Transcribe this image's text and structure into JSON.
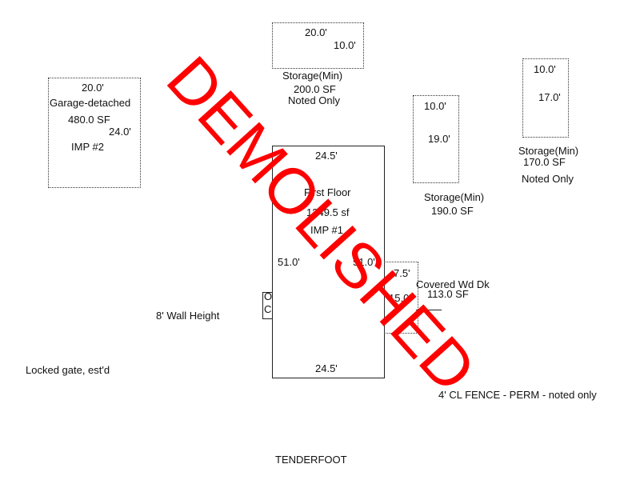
{
  "stamp": "DEMOLISHED",
  "garage": {
    "dim_top": "20.0'",
    "name": "Garage-detached",
    "area": "480.0 SF",
    "dim_side": "24.0'",
    "imp": "IMP #2"
  },
  "storage1": {
    "dim_top": "20.0'",
    "dim_side": "10.0'",
    "name": "Storage(Min)",
    "area": "200.0 SF",
    "note": "Noted Only"
  },
  "storage2": {
    "dim_top": "10.0'",
    "dim_side": "19.0'",
    "name": "Storage(Min)",
    "area": "190.0 SF"
  },
  "storage3": {
    "dim_top": "10.0'",
    "dim_side": "17.0'",
    "name": "Storage(Min)",
    "area": "170.0 SF",
    "note": "Noted Only"
  },
  "house": {
    "dim_top": "24.5'",
    "dim_bottom": "24.5'",
    "dim_left": "51.0'",
    "dim_right": "51.0'",
    "name": "First Floor",
    "area": "1249.5 sf",
    "imp": "IMP #1",
    "porch_a": "O",
    "porch_b": "C"
  },
  "deck": {
    "dim_top": "7.5'",
    "dim_side": "15.0'",
    "name": "Covered Wd Dk",
    "area": "113.0 SF"
  },
  "notes": {
    "wall_height": "8' Wall Height",
    "gate": "Locked gate, est'd",
    "fence": "4' CL FENCE - PERM - noted only",
    "footer": "TENDERFOOT"
  }
}
